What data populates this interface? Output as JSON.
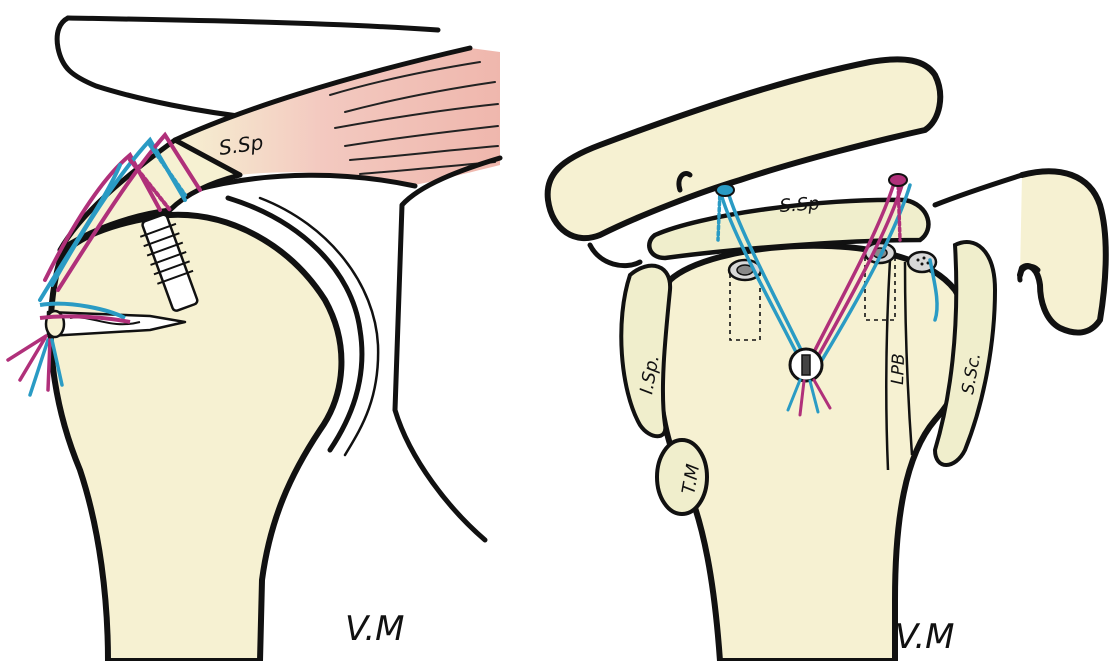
{
  "colors": {
    "paper": "#ffffff",
    "bone": "#f6f1d2",
    "outline": "#111111",
    "muscle": "#f3c9c0",
    "suture_blue": "#2a9bc4",
    "suture_magenta": "#b0307a",
    "anchor_fill": "#ffffff",
    "tendon_fill": "#f0eecc"
  },
  "left_panel": {
    "tendon_label": "S.Sp",
    "signature": "V.M"
  },
  "right_panel": {
    "tendon_label": "S.Sp",
    "label_infraspinatus": "I.Sp.",
    "label_teres_minor": "T.M",
    "label_biceps": "LPB",
    "label_subscapularis": "S.Sc.",
    "signature": "V.M"
  }
}
